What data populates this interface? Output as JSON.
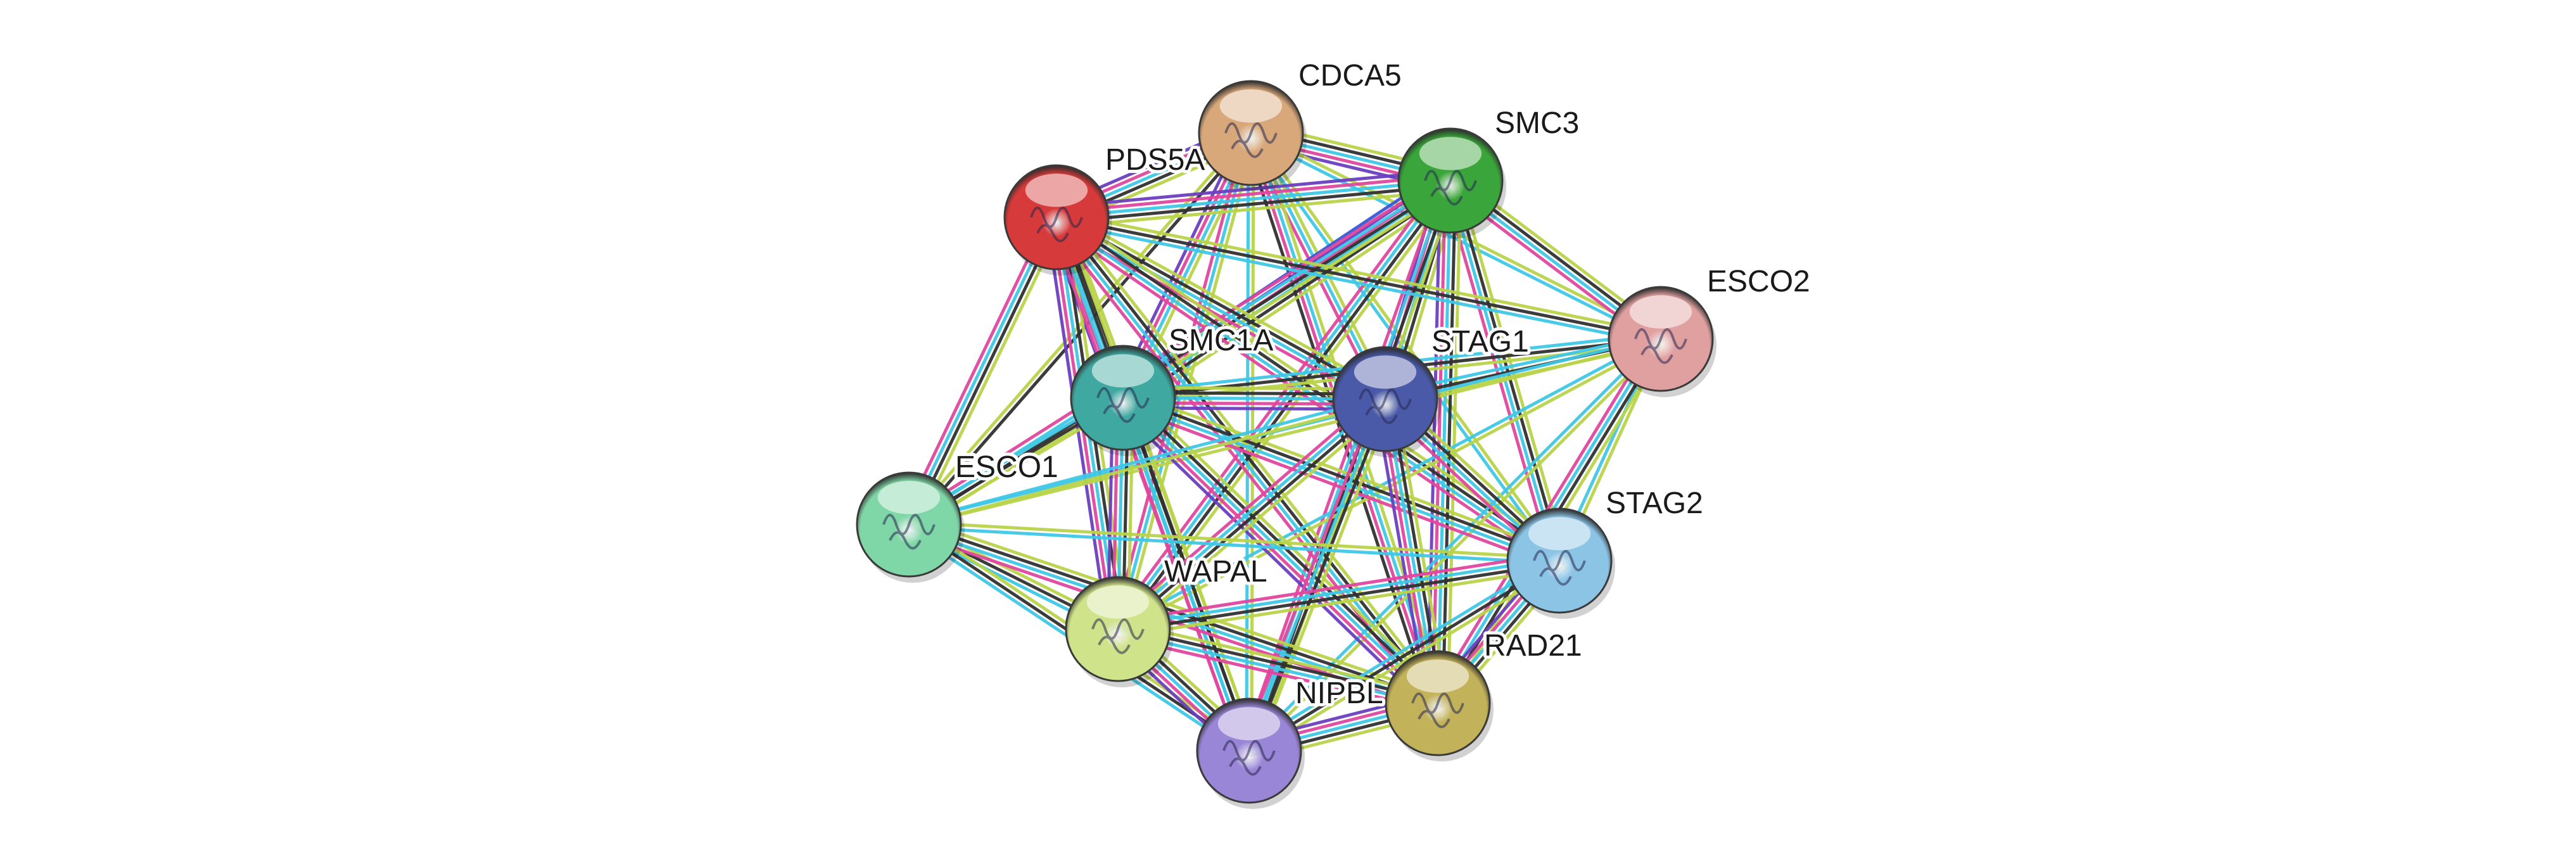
{
  "nodes": [
    {
      "id": "CDCA5",
      "label": "CDCA5",
      "color": "#d9a87a"
    },
    {
      "id": "SMC3",
      "label": "SMC3",
      "color": "#3aa53a"
    },
    {
      "id": "PDS5A",
      "label": "PDS5A",
      "color": "#d63a3a"
    },
    {
      "id": "ESCO2",
      "label": "ESCO2",
      "color": "#e0a0a0"
    },
    {
      "id": "SMC1A",
      "label": "SMC1A",
      "color": "#3fa8a0"
    },
    {
      "id": "STAG1",
      "label": "STAG1",
      "color": "#4a5aa8"
    },
    {
      "id": "ESCO1",
      "label": "ESCO1",
      "color": "#7fd6a6"
    },
    {
      "id": "STAG2",
      "label": "STAG2",
      "color": "#8cc4e6"
    },
    {
      "id": "WAPAL",
      "label": "WAPAL",
      "color": "#cfe38a"
    },
    {
      "id": "RAD21",
      "label": "RAD21",
      "color": "#c2b25a"
    },
    {
      "id": "NIPBL",
      "label": "NIPBL",
      "color": "#9a86d6"
    }
  ],
  "evidence_colors": {
    "experimental": "#e0479e",
    "database": "#3fc7e6",
    "textmining": "#b8d44a",
    "coexpression": "#303030",
    "curated": "#6a3fc0",
    "neighborhood": "#3a5ad6"
  },
  "edges": [
    {
      "source": "CDCA5",
      "target": "SMC3",
      "evidence": [
        "textmining",
        "coexpression",
        "database",
        "experimental",
        "curated"
      ]
    },
    {
      "source": "CDCA5",
      "target": "PDS5A",
      "evidence": [
        "textmining",
        "coexpression",
        "database",
        "experimental",
        "curated"
      ]
    },
    {
      "source": "CDCA5",
      "target": "ESCO2",
      "evidence": [
        "textmining",
        "database"
      ]
    },
    {
      "source": "CDCA5",
      "target": "SMC1A",
      "evidence": [
        "textmining",
        "database",
        "experimental",
        "curated"
      ]
    },
    {
      "source": "CDCA5",
      "target": "STAG1",
      "evidence": [
        "textmining",
        "database",
        "experimental"
      ]
    },
    {
      "source": "CDCA5",
      "target": "ESCO1",
      "evidence": [
        "coexpression",
        "textmining"
      ]
    },
    {
      "source": "CDCA5",
      "target": "STAG2",
      "evidence": [
        "textmining",
        "database"
      ]
    },
    {
      "source": "CDCA5",
      "target": "WAPAL",
      "evidence": [
        "textmining",
        "database",
        "experimental"
      ]
    },
    {
      "source": "CDCA5",
      "target": "RAD21",
      "evidence": [
        "textmining",
        "database",
        "experimental",
        "coexpression"
      ]
    },
    {
      "source": "CDCA5",
      "target": "NIPBL",
      "evidence": [
        "textmining",
        "database"
      ]
    },
    {
      "source": "SMC3",
      "target": "PDS5A",
      "evidence": [
        "textmining",
        "coexpression",
        "database",
        "experimental",
        "curated"
      ]
    },
    {
      "source": "SMC3",
      "target": "ESCO2",
      "evidence": [
        "textmining",
        "coexpression",
        "database",
        "experimental"
      ]
    },
    {
      "source": "SMC3",
      "target": "SMC1A",
      "evidence": [
        "textmining",
        "coexpression",
        "database",
        "experimental",
        "curated",
        "neighborhood"
      ]
    },
    {
      "source": "SMC3",
      "target": "STAG1",
      "evidence": [
        "textmining",
        "coexpression",
        "database",
        "experimental",
        "curated"
      ]
    },
    {
      "source": "SMC3",
      "target": "ESCO1",
      "evidence": [
        "textmining",
        "coexpression",
        "database",
        "experimental"
      ]
    },
    {
      "source": "SMC3",
      "target": "STAG2",
      "evidence": [
        "textmining",
        "coexpression",
        "database",
        "experimental"
      ]
    },
    {
      "source": "SMC3",
      "target": "WAPAL",
      "evidence": [
        "textmining",
        "coexpression",
        "database",
        "experimental"
      ]
    },
    {
      "source": "SMC3",
      "target": "RAD21",
      "evidence": [
        "textmining",
        "coexpression",
        "database",
        "experimental",
        "curated"
      ]
    },
    {
      "source": "SMC3",
      "target": "NIPBL",
      "evidence": [
        "textmining",
        "coexpression",
        "database",
        "experimental"
      ]
    },
    {
      "source": "PDS5A",
      "target": "ESCO2",
      "evidence": [
        "textmining",
        "coexpression",
        "database"
      ]
    },
    {
      "source": "PDS5A",
      "target": "SMC1A",
      "evidence": [
        "textmining",
        "coexpression",
        "database",
        "experimental",
        "curated"
      ]
    },
    {
      "source": "PDS5A",
      "target": "STAG1",
      "evidence": [
        "textmining",
        "coexpression",
        "database",
        "experimental"
      ]
    },
    {
      "source": "PDS5A",
      "target": "ESCO1",
      "evidence": [
        "textmining",
        "coexpression",
        "database",
        "experimental"
      ]
    },
    {
      "source": "PDS5A",
      "target": "STAG2",
      "evidence": [
        "textmining",
        "coexpression",
        "database",
        "experimental"
      ]
    },
    {
      "source": "PDS5A",
      "target": "WAPAL",
      "evidence": [
        "textmining",
        "coexpression",
        "database",
        "experimental",
        "curated"
      ]
    },
    {
      "source": "PDS5A",
      "target": "RAD21",
      "evidence": [
        "textmining",
        "coexpression",
        "database",
        "experimental"
      ]
    },
    {
      "source": "PDS5A",
      "target": "NIPBL",
      "evidence": [
        "textmining",
        "coexpression",
        "database",
        "experimental"
      ]
    },
    {
      "source": "ESCO2",
      "target": "SMC1A",
      "evidence": [
        "textmining",
        "coexpression",
        "database"
      ]
    },
    {
      "source": "ESCO2",
      "target": "STAG1",
      "evidence": [
        "textmining",
        "coexpression",
        "database"
      ]
    },
    {
      "source": "ESCO2",
      "target": "ESCO1",
      "evidence": [
        "textmining",
        "database"
      ]
    },
    {
      "source": "ESCO2",
      "target": "STAG2",
      "evidence": [
        "textmining",
        "database"
      ]
    },
    {
      "source": "ESCO2",
      "target": "WAPAL",
      "evidence": [
        "textmining",
        "database"
      ]
    },
    {
      "source": "ESCO2",
      "target": "RAD21",
      "evidence": [
        "textmining",
        "coexpression",
        "database",
        "experimental"
      ]
    },
    {
      "source": "ESCO2",
      "target": "NIPBL",
      "evidence": [
        "textmining",
        "database"
      ]
    },
    {
      "source": "SMC1A",
      "target": "STAG1",
      "evidence": [
        "textmining",
        "coexpression",
        "database",
        "experimental",
        "curated"
      ]
    },
    {
      "source": "SMC1A",
      "target": "ESCO1",
      "evidence": [
        "textmining",
        "coexpression",
        "database"
      ]
    },
    {
      "source": "SMC1A",
      "target": "STAG2",
      "evidence": [
        "textmining",
        "coexpression",
        "database",
        "experimental"
      ]
    },
    {
      "source": "SMC1A",
      "target": "WAPAL",
      "evidence": [
        "textmining",
        "coexpression",
        "database",
        "experimental",
        "curated"
      ]
    },
    {
      "source": "SMC1A",
      "target": "RAD21",
      "evidence": [
        "textmining",
        "coexpression",
        "database",
        "experimental",
        "curated"
      ]
    },
    {
      "source": "SMC1A",
      "target": "NIPBL",
      "evidence": [
        "textmining",
        "coexpression",
        "database",
        "experimental"
      ]
    },
    {
      "source": "STAG1",
      "target": "ESCO1",
      "evidence": [
        "textmining",
        "database"
      ]
    },
    {
      "source": "STAG1",
      "target": "STAG2",
      "evidence": [
        "textmining",
        "coexpression",
        "database",
        "experimental"
      ]
    },
    {
      "source": "STAG1",
      "target": "WAPAL",
      "evidence": [
        "textmining",
        "coexpression",
        "database",
        "experimental"
      ]
    },
    {
      "source": "STAG1",
      "target": "RAD21",
      "evidence": [
        "textmining",
        "coexpression",
        "database",
        "experimental",
        "curated"
      ]
    },
    {
      "source": "STAG1",
      "target": "NIPBL",
      "evidence": [
        "textmining",
        "coexpression",
        "database",
        "experimental"
      ]
    },
    {
      "source": "ESCO1",
      "target": "STAG2",
      "evidence": [
        "textmining",
        "database"
      ]
    },
    {
      "source": "ESCO1",
      "target": "WAPAL",
      "evidence": [
        "textmining",
        "coexpression",
        "database"
      ]
    },
    {
      "source": "ESCO1",
      "target": "RAD21",
      "evidence": [
        "textmining",
        "coexpression",
        "database",
        "experimental"
      ]
    },
    {
      "source": "ESCO1",
      "target": "NIPBL",
      "evidence": [
        "textmining",
        "coexpression",
        "database"
      ]
    },
    {
      "source": "STAG2",
      "target": "WAPAL",
      "evidence": [
        "textmining",
        "coexpression",
        "database",
        "experimental"
      ]
    },
    {
      "source": "STAG2",
      "target": "RAD21",
      "evidence": [
        "textmining",
        "coexpression",
        "database",
        "experimental",
        "curated"
      ]
    },
    {
      "source": "STAG2",
      "target": "NIPBL",
      "evidence": [
        "textmining",
        "coexpression",
        "database"
      ]
    },
    {
      "source": "WAPAL",
      "target": "RAD21",
      "evidence": [
        "textmining",
        "coexpression",
        "database",
        "experimental"
      ]
    },
    {
      "source": "WAPAL",
      "target": "NIPBL",
      "evidence": [
        "textmining",
        "coexpression",
        "database",
        "experimental",
        "curated"
      ]
    },
    {
      "source": "RAD21",
      "target": "NIPBL",
      "evidence": [
        "textmining",
        "coexpression",
        "database",
        "experimental",
        "curated"
      ]
    }
  ]
}
